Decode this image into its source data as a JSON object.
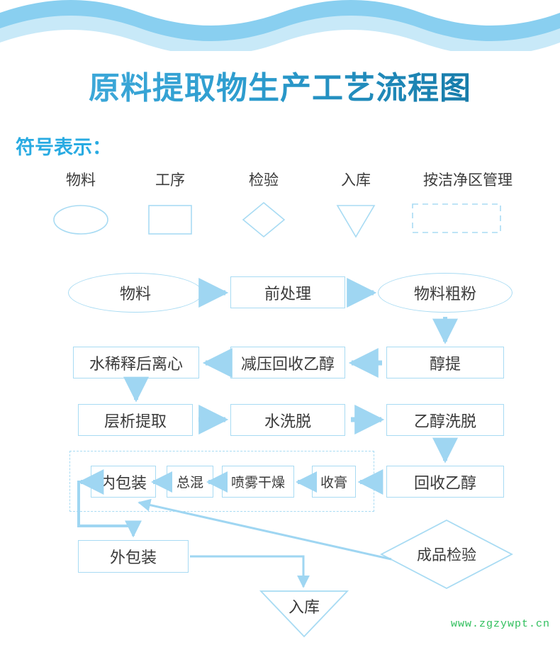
{
  "page": {
    "title": "原料提取物生产工艺流程图",
    "legend_title": "符号表示：",
    "watermark": "www.zgzywpt.cn"
  },
  "colors": {
    "title_gradient_start": "#45AEDE",
    "title_gradient_end": "#0E6E9B",
    "legend_title": "#29ABE2",
    "shape_border": "#A8DBF3",
    "arrow": "#9FD6F2",
    "node_text": "#3A3A3A",
    "wave_dark": "#89CFF0",
    "wave_light": "#C8E9F8",
    "watermark": "#2FBF5C",
    "background": "#FFFFFF"
  },
  "legend": {
    "items": [
      {
        "label": "物料",
        "shape": "ellipse"
      },
      {
        "label": "工序",
        "shape": "rectangle"
      },
      {
        "label": "检验",
        "shape": "diamond"
      },
      {
        "label": "入库",
        "shape": "triangle-down"
      },
      {
        "label": "按洁净区管理",
        "shape": "dashed-rectangle"
      }
    ]
  },
  "flow": {
    "row1": [
      {
        "label": "物料",
        "shape": "ellipse"
      },
      {
        "label": "前处理",
        "shape": "rectangle"
      },
      {
        "label": "物料粗粉",
        "shape": "ellipse"
      }
    ],
    "row2": [
      {
        "label": "水稀释后离心",
        "shape": "rectangle"
      },
      {
        "label": "减压回收乙醇",
        "shape": "rectangle"
      },
      {
        "label": "醇提",
        "shape": "rectangle"
      }
    ],
    "row3": [
      {
        "label": "层析提取",
        "shape": "rectangle"
      },
      {
        "label": "水洗脱",
        "shape": "rectangle"
      },
      {
        "label": "乙醇洗脱",
        "shape": "rectangle"
      }
    ],
    "row4": [
      {
        "label": "内包装",
        "shape": "rectangle"
      },
      {
        "label": "总混",
        "shape": "rectangle"
      },
      {
        "label": "喷雾干燥",
        "shape": "rectangle"
      },
      {
        "label": "收膏",
        "shape": "rectangle"
      },
      {
        "label": "回收乙醇",
        "shape": "rectangle"
      }
    ],
    "row5": [
      {
        "label": "外包装",
        "shape": "rectangle"
      },
      {
        "label": "成品检验",
        "shape": "diamond"
      }
    ],
    "row6": [
      {
        "label": "入库",
        "shape": "triangle-down"
      }
    ]
  }
}
